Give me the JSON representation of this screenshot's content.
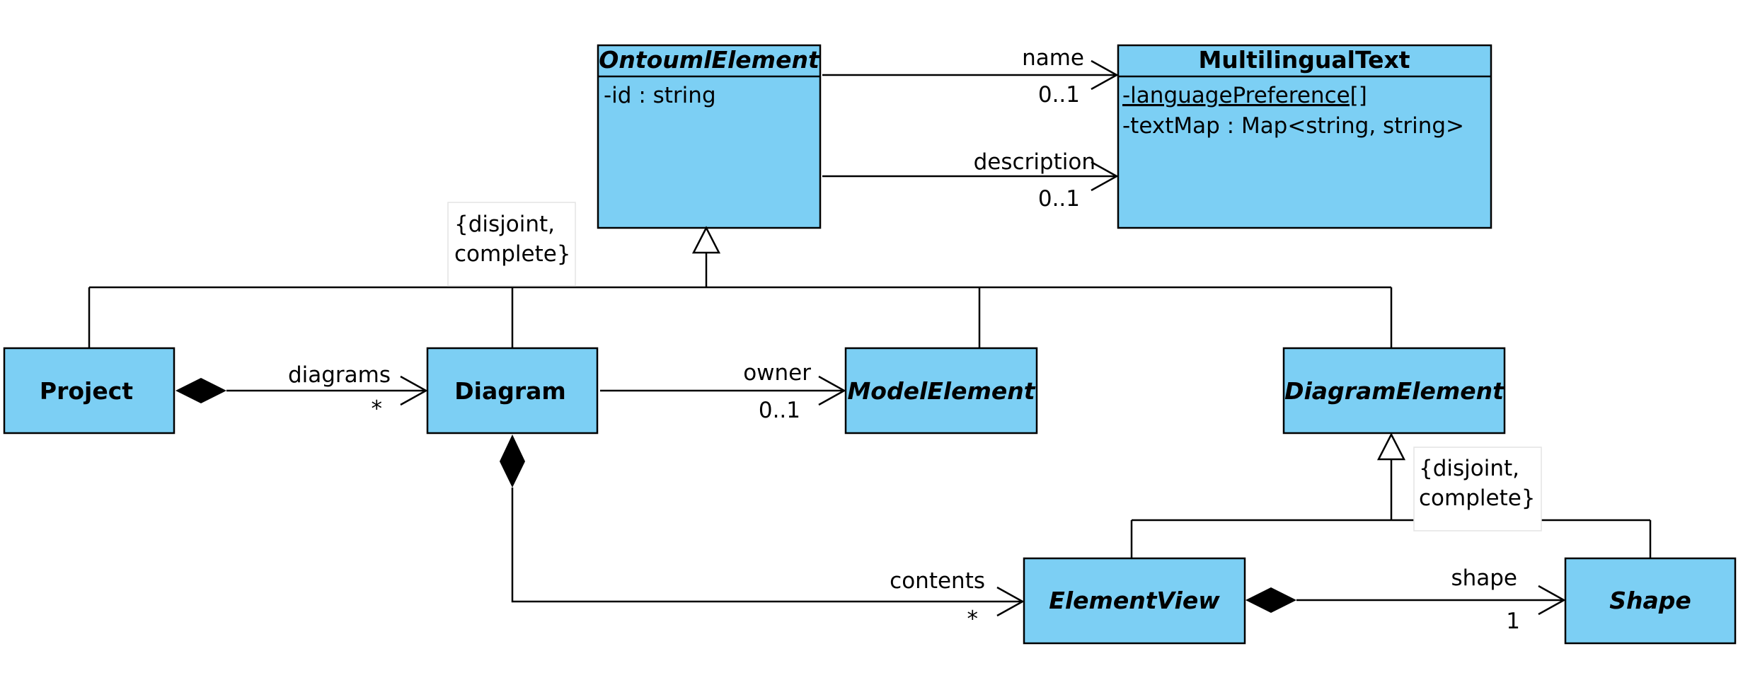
{
  "classes": {
    "ontouml_element": {
      "name": "OntoumlElement",
      "attributes": [
        "-id : string"
      ]
    },
    "multilingual_text": {
      "name": "MultilingualText",
      "attributes": [
        "-languagePreference[]",
        "-textMap : Map<string, string>"
      ]
    },
    "project": {
      "name": "Project"
    },
    "diagram": {
      "name": "Diagram"
    },
    "model_element": {
      "name": "ModelElement"
    },
    "diagram_element": {
      "name": "DiagramElement"
    },
    "element_view": {
      "name": "ElementView"
    },
    "shape": {
      "name": "Shape"
    }
  },
  "associations": {
    "name": {
      "role": "name",
      "multiplicity": "0..1"
    },
    "description": {
      "role": "description",
      "multiplicity": "0..1"
    },
    "diagrams": {
      "role": "diagrams",
      "multiplicity": "*"
    },
    "owner": {
      "role": "owner",
      "multiplicity": "0..1"
    },
    "contents": {
      "role": "contents",
      "multiplicity": "*"
    },
    "shape": {
      "role": "shape",
      "multiplicity": "1"
    }
  },
  "constraints": {
    "gs1": {
      "line1": "{disjoint,",
      "line2": "complete}"
    },
    "gs2": {
      "line1": "{disjoint,",
      "line2": "complete}"
    }
  },
  "colors": {
    "class_fill": "#7ccff4",
    "stroke": "#000000"
  }
}
